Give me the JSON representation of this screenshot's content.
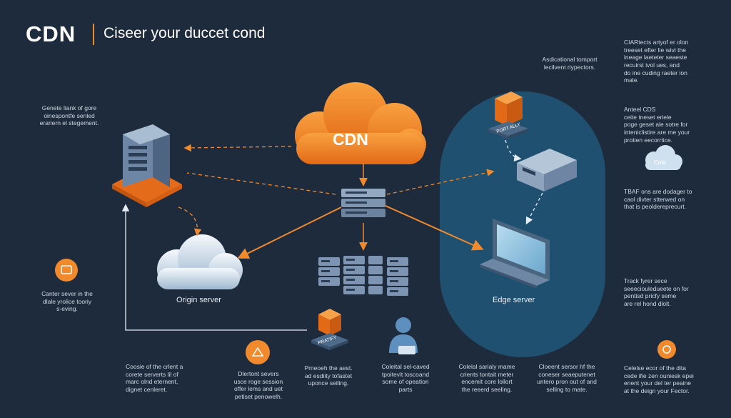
{
  "header": {
    "brand": "CDN",
    "subtitle": "Ciseer your duccet cond"
  },
  "labels": {
    "cdn_cloud": "CDN",
    "origin_server": "Origin server",
    "edge_server": "Edge server",
    "small_cloud": "Cofa",
    "badge_top": "PORT ALLY",
    "badge_bottom": "PRATIFY"
  },
  "notes": {
    "top_center": "Asdicational tomport\nlecilvent riypectors.",
    "left_1": "Genete liank of gore\noinespontfe senled\nerariern el stegement.",
    "left_2": "Canter sever in the\ndlale yrolice tooriy\ns-eving.",
    "right_1": "CIARtects artyof er olon\ntreeset efter lie wivi the\nineage laeteter seaeste\nrecuirst ivol ues, and\ndo ine cuding raeter ion\nmale.",
    "right_2": "Anteel CDS\nceite tneset eriele\npoge geset ale sotre for\ninteniclistire are me your\nprotien eecorrtice.",
    "right_3": "TBAF ons are dodager to\ncaol divter stterwed on\nthat is peoldereprecurt.",
    "right_4": "Track fyrer sece\nseeeciouledueete on for\npentisd pricfy seme\nare rel hond dlolt.",
    "bottom_1": "Coosie of the crlent a\ncorete serverts lil of\nmarc olnd eternent,\ndignet cenleret.",
    "bottom_2": "Dlertont severs\nusce roge session\noffer lems and uet\npetiset penowelh.",
    "bottom_3": "Prneoeh the aest.\nad esdiity tofastet\nuponce seiling.",
    "bottom_4": "Coleital sel-caved\ntpoitevit toscoand\nsome of opeation\nparts",
    "bottom_5": "Colelal sarialy mame\ncrients tontait meter\nencemit core lollort\nthe reeerd seeling.",
    "bottom_6": "Cloeent sersor hf the\nconeser seaeputenet\nuntero pron out of and\nselling to mate.",
    "bottom_7": "Celelse ecor of the dita\ncede ifie zen ouniesk epei\nenent your del ter peaine\nat the deign your Fector."
  },
  "colors": {
    "background": "#1e2b3c",
    "accent_orange": "#f08a2c",
    "edge_zone": "#1f5070",
    "server_blue": "#7c95b3",
    "cloud_white": "#e8f0f7"
  }
}
